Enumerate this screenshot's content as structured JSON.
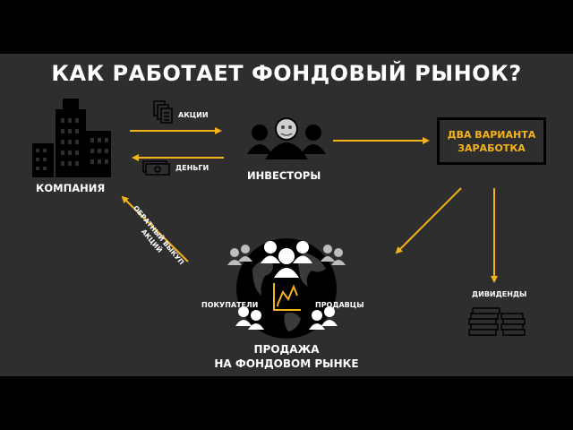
{
  "title": "КАК РАБОТАЕТ ФОНДОВЫЙ РЫНОК?",
  "nodes": {
    "company": "КОМПАНИЯ",
    "investors": "ИНВЕСТОРЫ",
    "two_ways": "ДВА ВАРИАНТА\nЗАРАБОТКА",
    "sale": "ПРОДАЖА\nНА ФОНДОВОМ РЫНКЕ",
    "buyers": "ПОКУПАТЕЛИ",
    "sellers": "ПРОДАВЦЫ",
    "dividends": "ДИВИДЕНДЫ"
  },
  "edges": {
    "shares": "АКЦИИ",
    "money": "ДЕНЬГИ",
    "buyback": "ОБРАТНЫЙ ВЫКУП АКЦИЙ"
  },
  "colors": {
    "background": "#2e2e2e",
    "outer": "#000000",
    "accent": "#f5b31a",
    "text": "#ffffff"
  },
  "icons": [
    "buildings-icon",
    "documents-icon",
    "money-icon",
    "investors-group-icon",
    "globe-icon",
    "people-icon",
    "chart-icon",
    "cash-stack-icon"
  ]
}
